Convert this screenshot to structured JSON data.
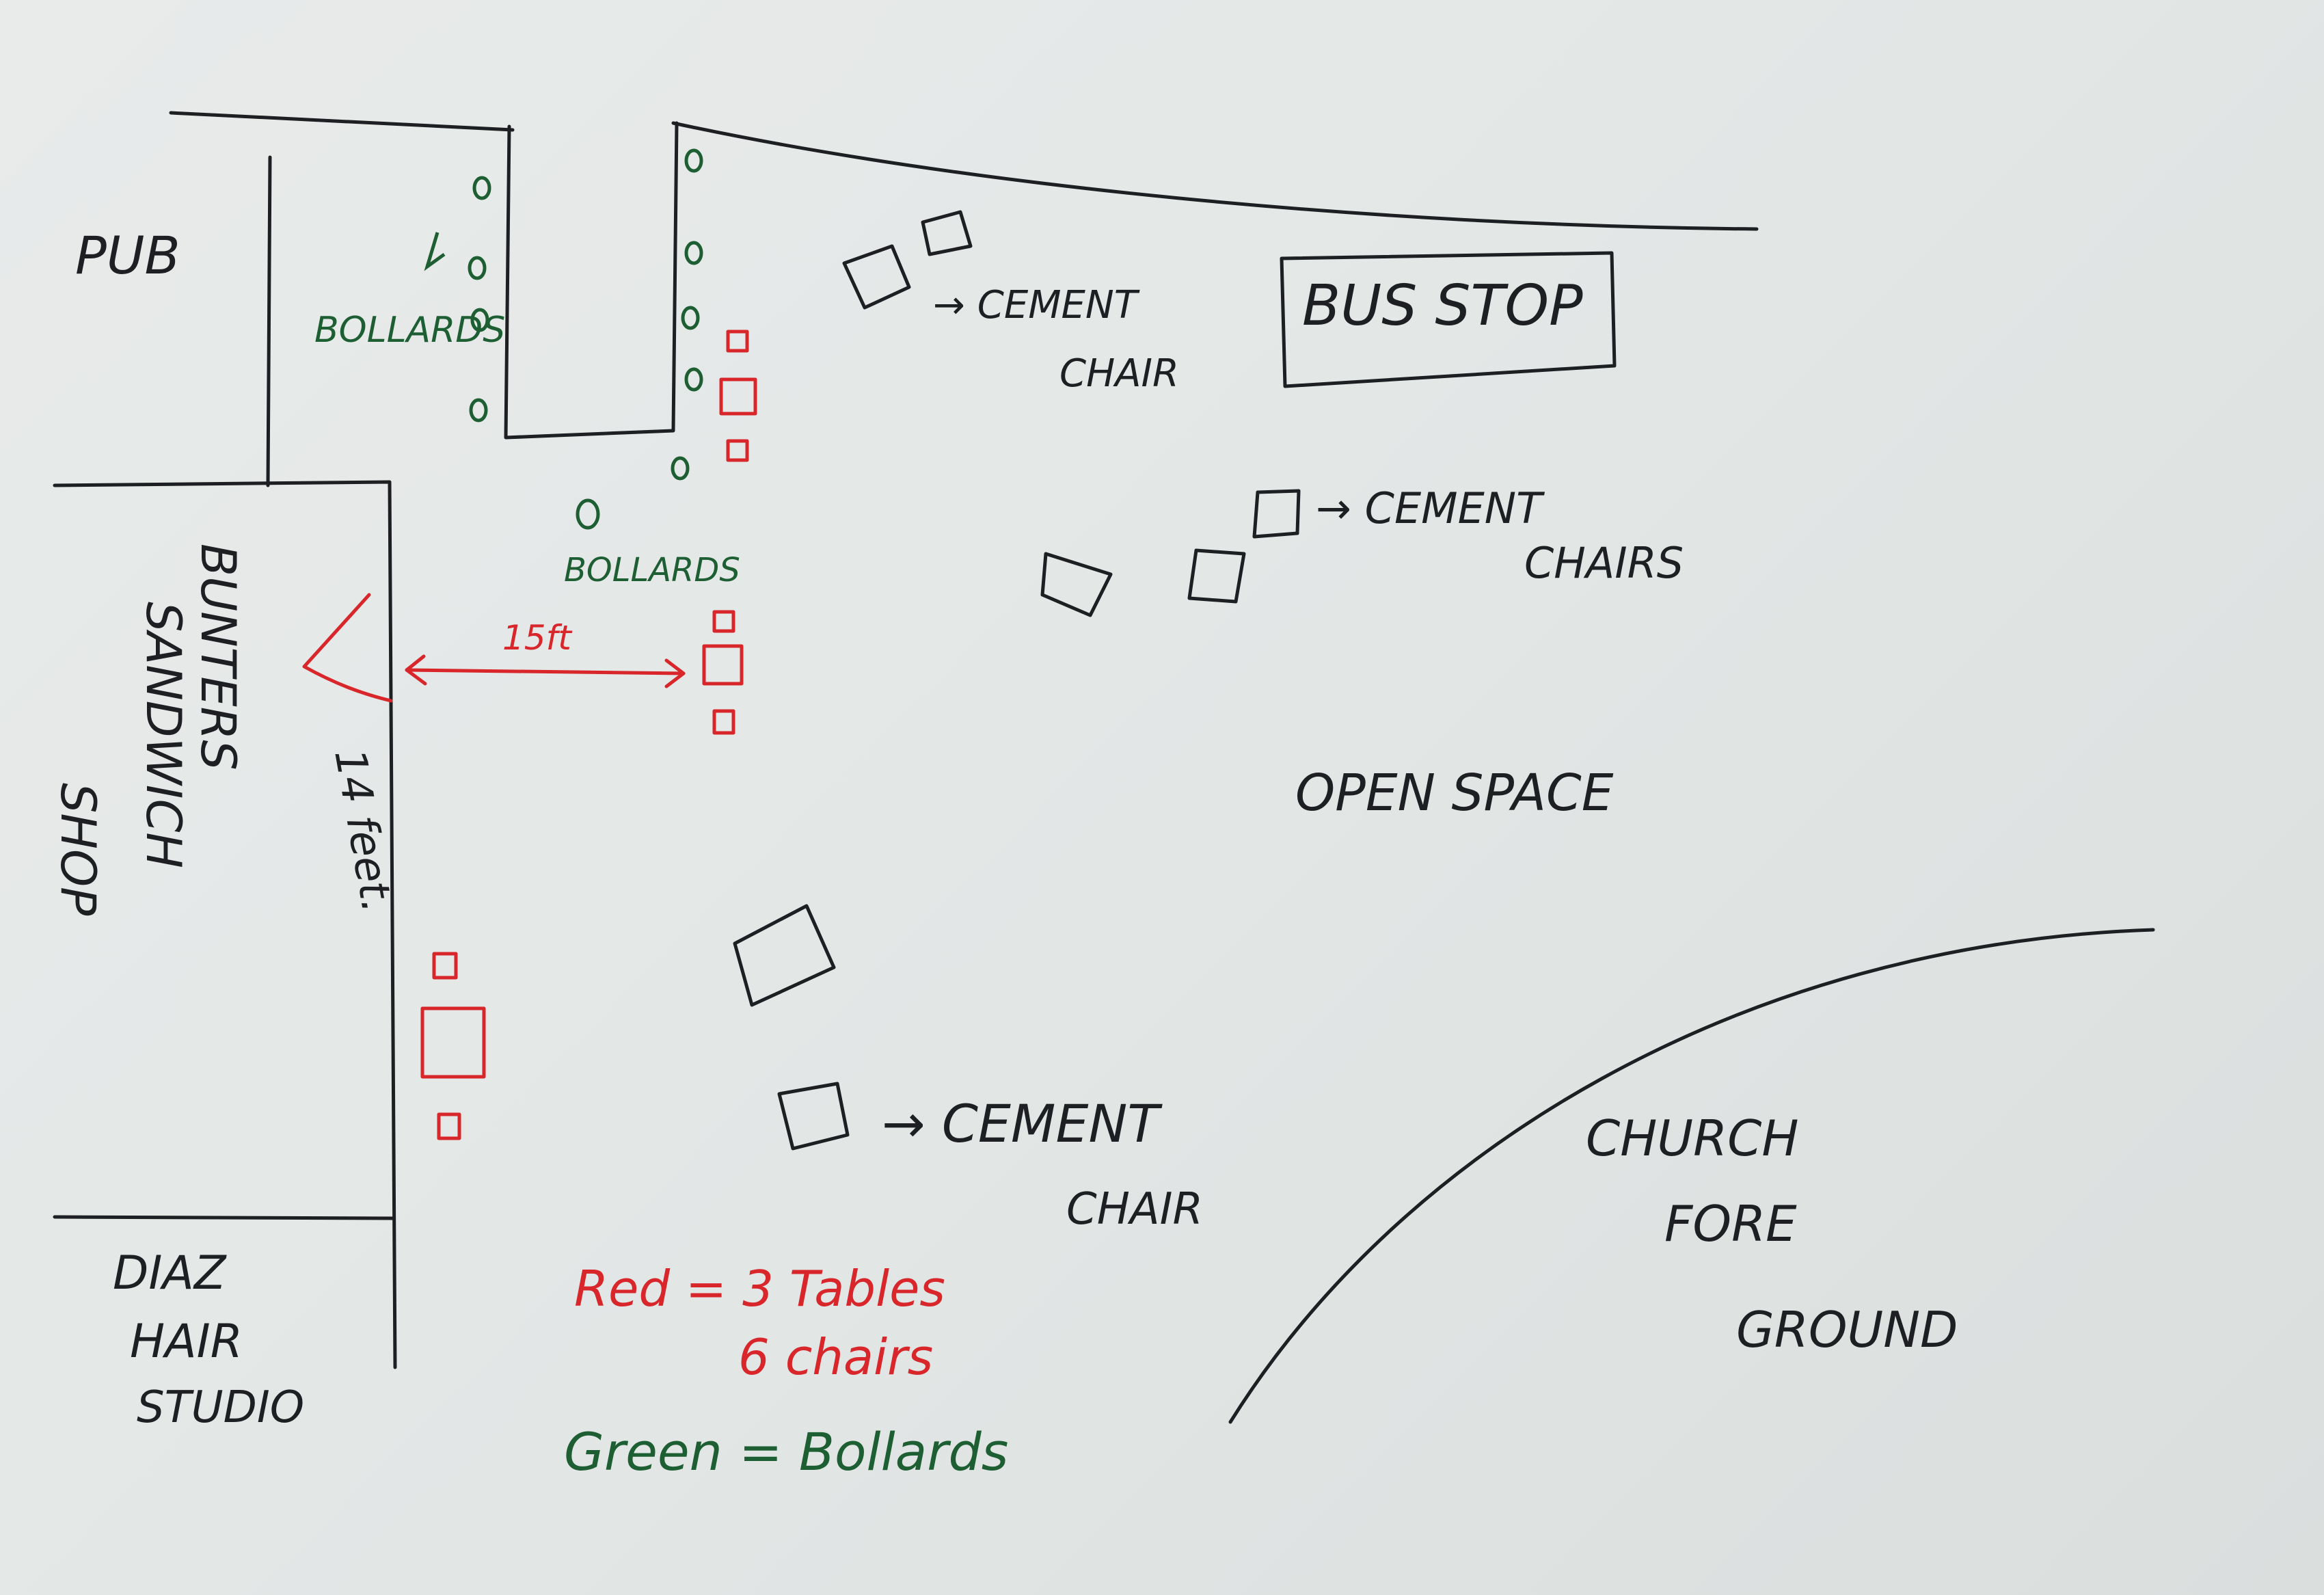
{
  "labels": {
    "pub": "PUB",
    "bunters": "BUNTERS",
    "sandwich": "SANDWICH",
    "shop": "SHOP",
    "diaz_1": "DIAZ",
    "diaz_2": "HAIR",
    "diaz_3": "STUDIO",
    "bus_stop": "BUS STOP",
    "cement_chair_1a": "→ CEMENT",
    "cement_chair_1b": "CHAIR",
    "cement_chairs_2a": "→ CEMENT",
    "cement_chairs_2b": "CHAIRS",
    "cement_chair_3a": "→ CEMENT",
    "cement_chair_3b": "CHAIR",
    "open_space": "OPEN SPACE",
    "church_1": "CHURCH",
    "church_2": "FORE",
    "church_3": "GROUND",
    "bollards_1": "BOLLARDS",
    "bollards_2": "BOLLARDS",
    "dimension_15ft": "15ft",
    "dimension_14ft": "14 feet.",
    "legend_red_1": "Red = 3 Tables",
    "legend_red_2": "6 chairs",
    "legend_green": "Green = Bollards"
  },
  "colors": {
    "ink": "#1e1f22",
    "red": "#d8262b",
    "green": "#1d5e33",
    "paper": "#e4e8e7"
  }
}
